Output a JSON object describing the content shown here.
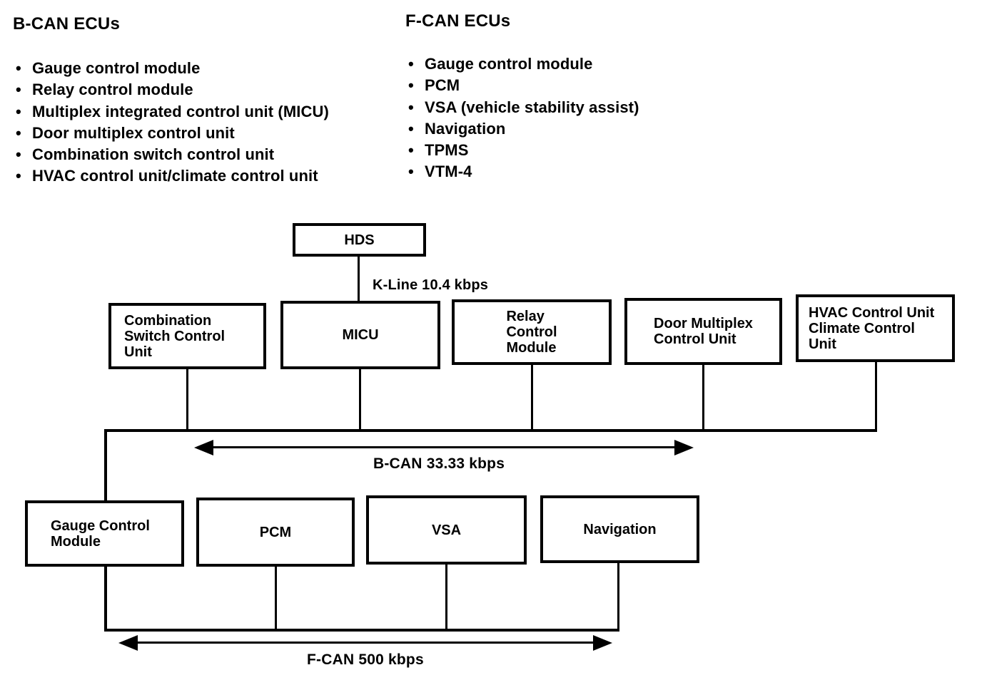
{
  "page": {
    "background_color": "#ffffff",
    "ink_color": "#000000"
  },
  "ecu_lists": {
    "bcan": {
      "title": "B-CAN ECUs",
      "items": [
        "Gauge control module",
        "Relay control module",
        "Multiplex integrated control unit (MICU)",
        "Door multiplex control unit",
        "Combination switch control unit",
        "HVAC control unit/climate control unit"
      ]
    },
    "fcan": {
      "title": "F-CAN ECUs",
      "items": [
        "Gauge control module",
        "PCM",
        "VSA (vehicle stability assist)",
        "Navigation",
        "TPMS",
        "VTM-4"
      ]
    }
  },
  "diagram": {
    "nodes": {
      "hds": "HDS",
      "combination": "Combination\nSwitch Control\nUnit",
      "micu": "MICU",
      "relay": "Relay\nControl\nModule",
      "door": "Door Multiplex\nControl Unit",
      "hvac": "HVAC Control Unit\nClimate Control\nUnit",
      "gauge": "Gauge Control\nModule",
      "pcm": "PCM",
      "vsa": "VSA",
      "navigation": "Navigation"
    },
    "labels": {
      "k_line": "K-Line 10.4 kbps",
      "bcan_bus": "B-CAN 33.33 kbps",
      "fcan_bus": "F-CAN 500 kbps"
    }
  }
}
